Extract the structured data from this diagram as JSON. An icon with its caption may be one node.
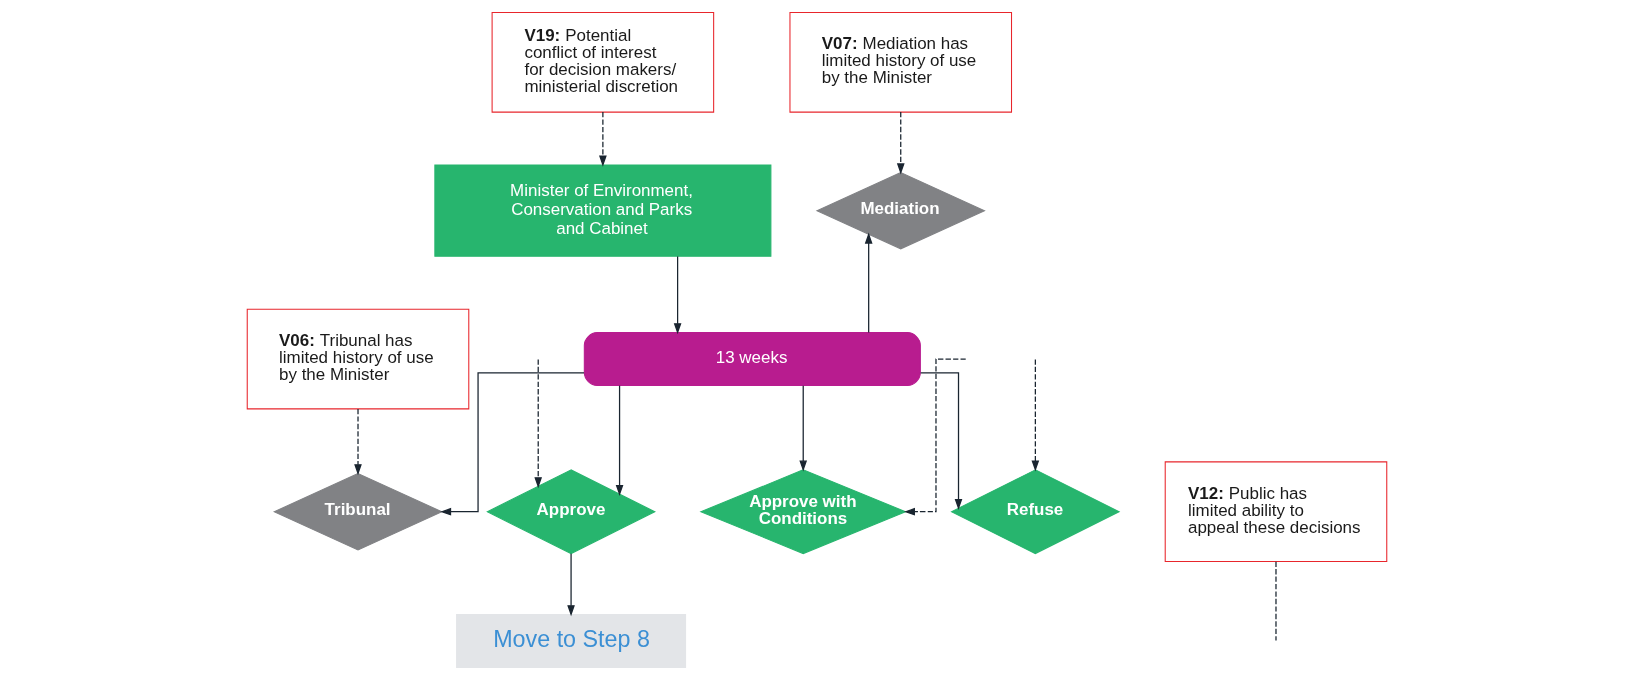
{
  "diagram": {
    "nodes": [
      {
        "text": [
          "Mediation"
        ]
      },
      {
        "text": [
          "Tribunal"
        ]
      },
      {
        "text": [
          "**V06:** Tribunal has limited history of use by the Minister"
        ]
      },
      {
        "text": [
          "Minister of Environment, Conservation and Parks and Cabinet"
        ]
      },
      {
        "text": [
          "**V07:** Mediation has limited history of use by the Minister"
        ]
      },
      {
        "text": [
          "**V19:** Potential conflict of interest for decision makers/ ministerial discretion"
        ]
      },
      {
        "text": [
          "13 weeks"
        ]
      },
      {
        "text": [
          "Approve"
        ]
      },
      {
        "text": [
          "Approve with Conditions"
        ]
      },
      {
        "text": [
          "Refuse"
        ]
      },
      {
        "text": [
          "Move to Step 8"
        ]
      },
      {
        "text": [
          "**V12:** Public has limited ability to appeal these decisions"
        ]
      }
    ],
    "edges": [
      {
        "from": 4,
        "to": 0,
        "arrow": "to",
        "style": "dashed"
      },
      {
        "from": 5,
        "to": 3,
        "arrow": "to",
        "style": "dashed"
      },
      {
        "from": 3,
        "to": 6,
        "arrow": "to"
      },
      {
        "from": 6,
        "to": 0,
        "arrow": "to"
      },
      {
        "from": 6,
        "to": 1,
        "arrow": "to"
      },
      {
        "from": 2,
        "to": 1,
        "arrow": "to",
        "style": "dashed"
      },
      {
        "from": 6,
        "to": 7,
        "arrow": "to"
      },
      {
        "from": 6,
        "to": 8,
        "arrow": "to"
      },
      {
        "from": 6,
        "to": 9,
        "arrow": "to"
      },
      {
        "from": 7,
        "to": 10,
        "arrow": "to"
      },
      {
        "from": null,
        "to": 7,
        "arrow": "to",
        "style": "dashed"
      },
      {
        "from": null,
        "to": 8,
        "arrow": "to",
        "style": "dashed"
      },
      {
        "from": null,
        "to": 9,
        "arrow": "to",
        "style": "dashed"
      },
      {
        "from": 11,
        "to": null,
        "arrow": "none",
        "style": "dashed"
      }
    ]
  }
}
